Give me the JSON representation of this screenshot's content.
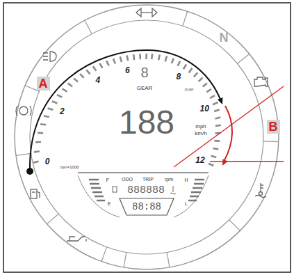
{
  "diagram": {
    "labels": [
      "N",
      "6",
      "4",
      "8",
      "8",
      "A",
      "GEAR",
      "mile",
      "2",
      "10",
      "B",
      "188",
      "mph",
      "km/h",
      "0",
      "12",
      "rpm×1000",
      "F",
      "ODO",
      "TRIP",
      "rpm",
      "H",
      "888888",
      "E",
      "88:88",
      "L"
    ]
  }
}
